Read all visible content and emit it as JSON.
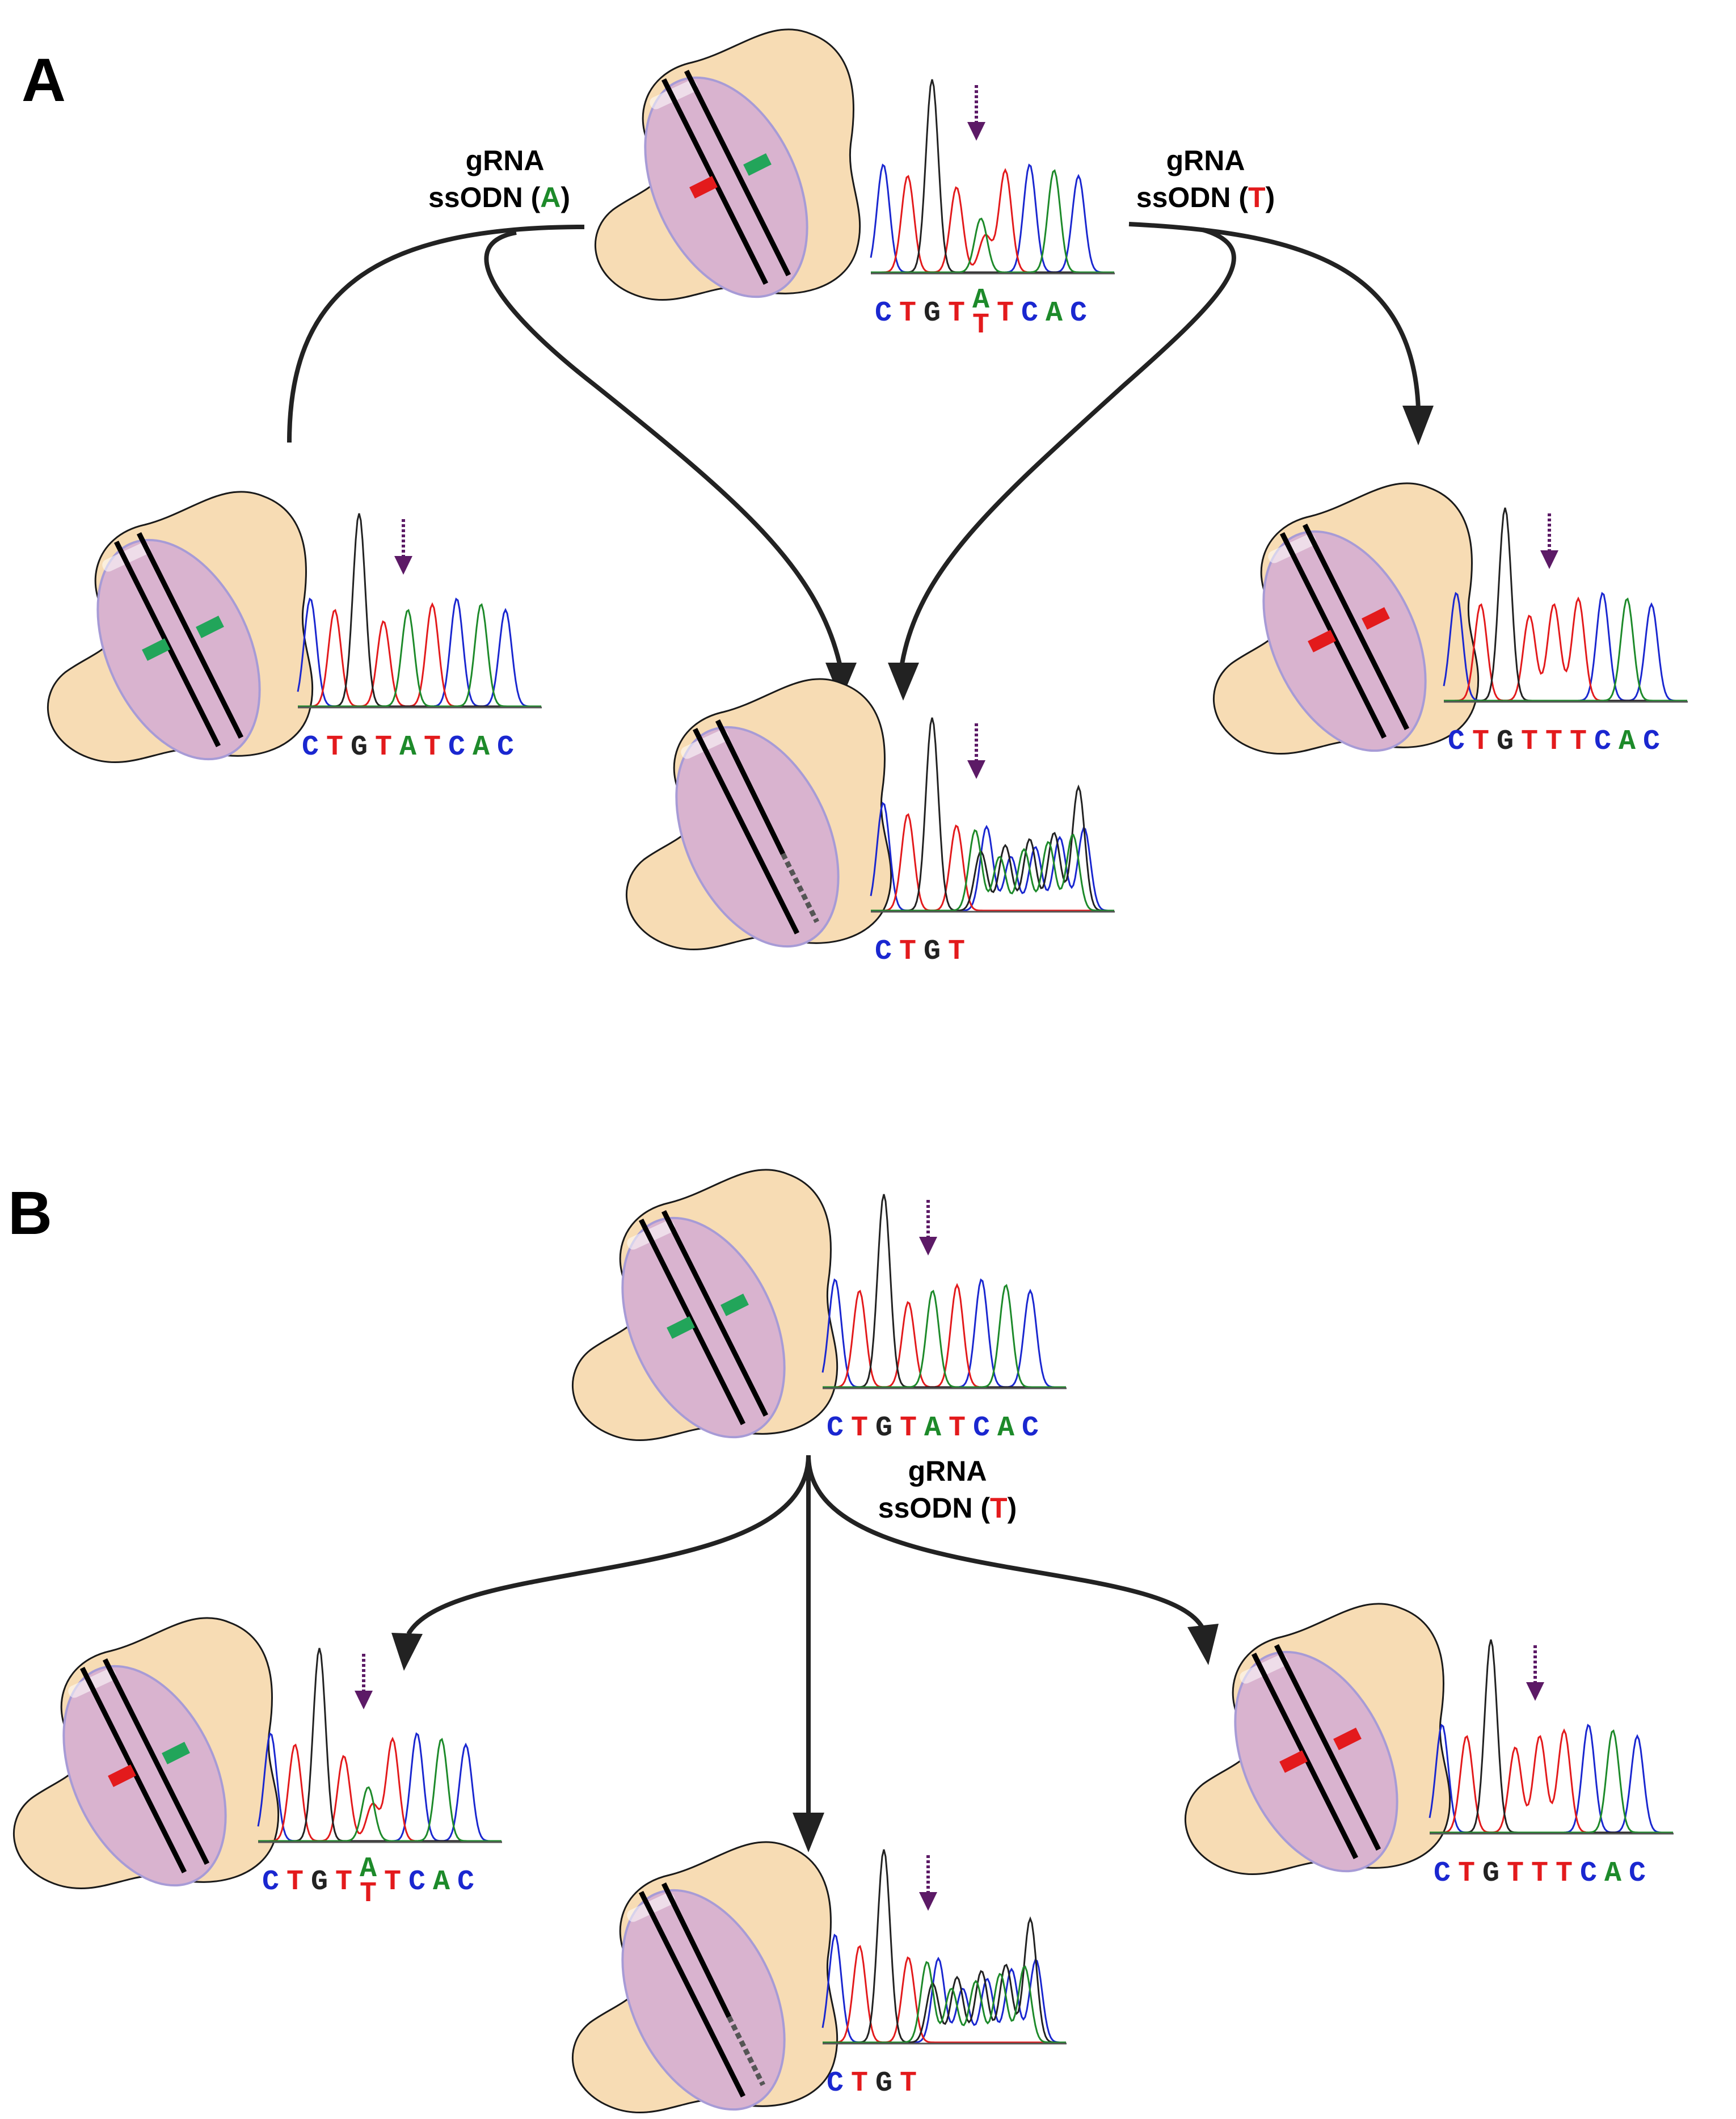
{
  "panels": [
    {
      "label": "A"
    },
    {
      "label": "B"
    }
  ],
  "colors": {
    "C": "#1a27d0",
    "T": "#e31a1c",
    "G": "#222222",
    "A": "#1d8a2a",
    "marker_arrow": "#5c1a66",
    "green_allele": "#22a55a",
    "red_allele": "#e31a1c"
  },
  "icons": [
    "cell-icon",
    "nucleus-icon",
    "chromosome-icon",
    "chromatogram-icon",
    "purple-arrow-icon"
  ],
  "annotations": {
    "a_left": {
      "line1": "gRNA",
      "line2_prefix": "ssODN (",
      "allele": "A",
      "line2_suffix": ")"
    },
    "a_right": {
      "line1": "gRNA",
      "line2_prefix": "ssODN (",
      "allele": "T",
      "line2_suffix": ")"
    },
    "b_center": {
      "line1": "gRNA",
      "line2_prefix": "ssODN (",
      "allele": "T",
      "line2_suffix": ")"
    }
  },
  "sequences": {
    "hetero": [
      [
        "C"
      ],
      [
        "T"
      ],
      [
        "G"
      ],
      [
        "T"
      ],
      [
        "A",
        "T"
      ],
      [
        "T"
      ],
      [
        "C"
      ],
      [
        "A"
      ],
      [
        "C"
      ]
    ],
    "homo_A": [
      [
        "C"
      ],
      [
        "T"
      ],
      [
        "G"
      ],
      [
        "T"
      ],
      [
        "A"
      ],
      [
        "T"
      ],
      [
        "C"
      ],
      [
        "A"
      ],
      [
        "C"
      ]
    ],
    "homo_T": [
      [
        "C"
      ],
      [
        "T"
      ],
      [
        "G"
      ],
      [
        "T"
      ],
      [
        "T"
      ],
      [
        "T"
      ],
      [
        "C"
      ],
      [
        "A"
      ],
      [
        "C"
      ]
    ],
    "indel": [
      [
        "C"
      ],
      [
        "T"
      ],
      [
        "G"
      ],
      [
        "T"
      ]
    ]
  }
}
